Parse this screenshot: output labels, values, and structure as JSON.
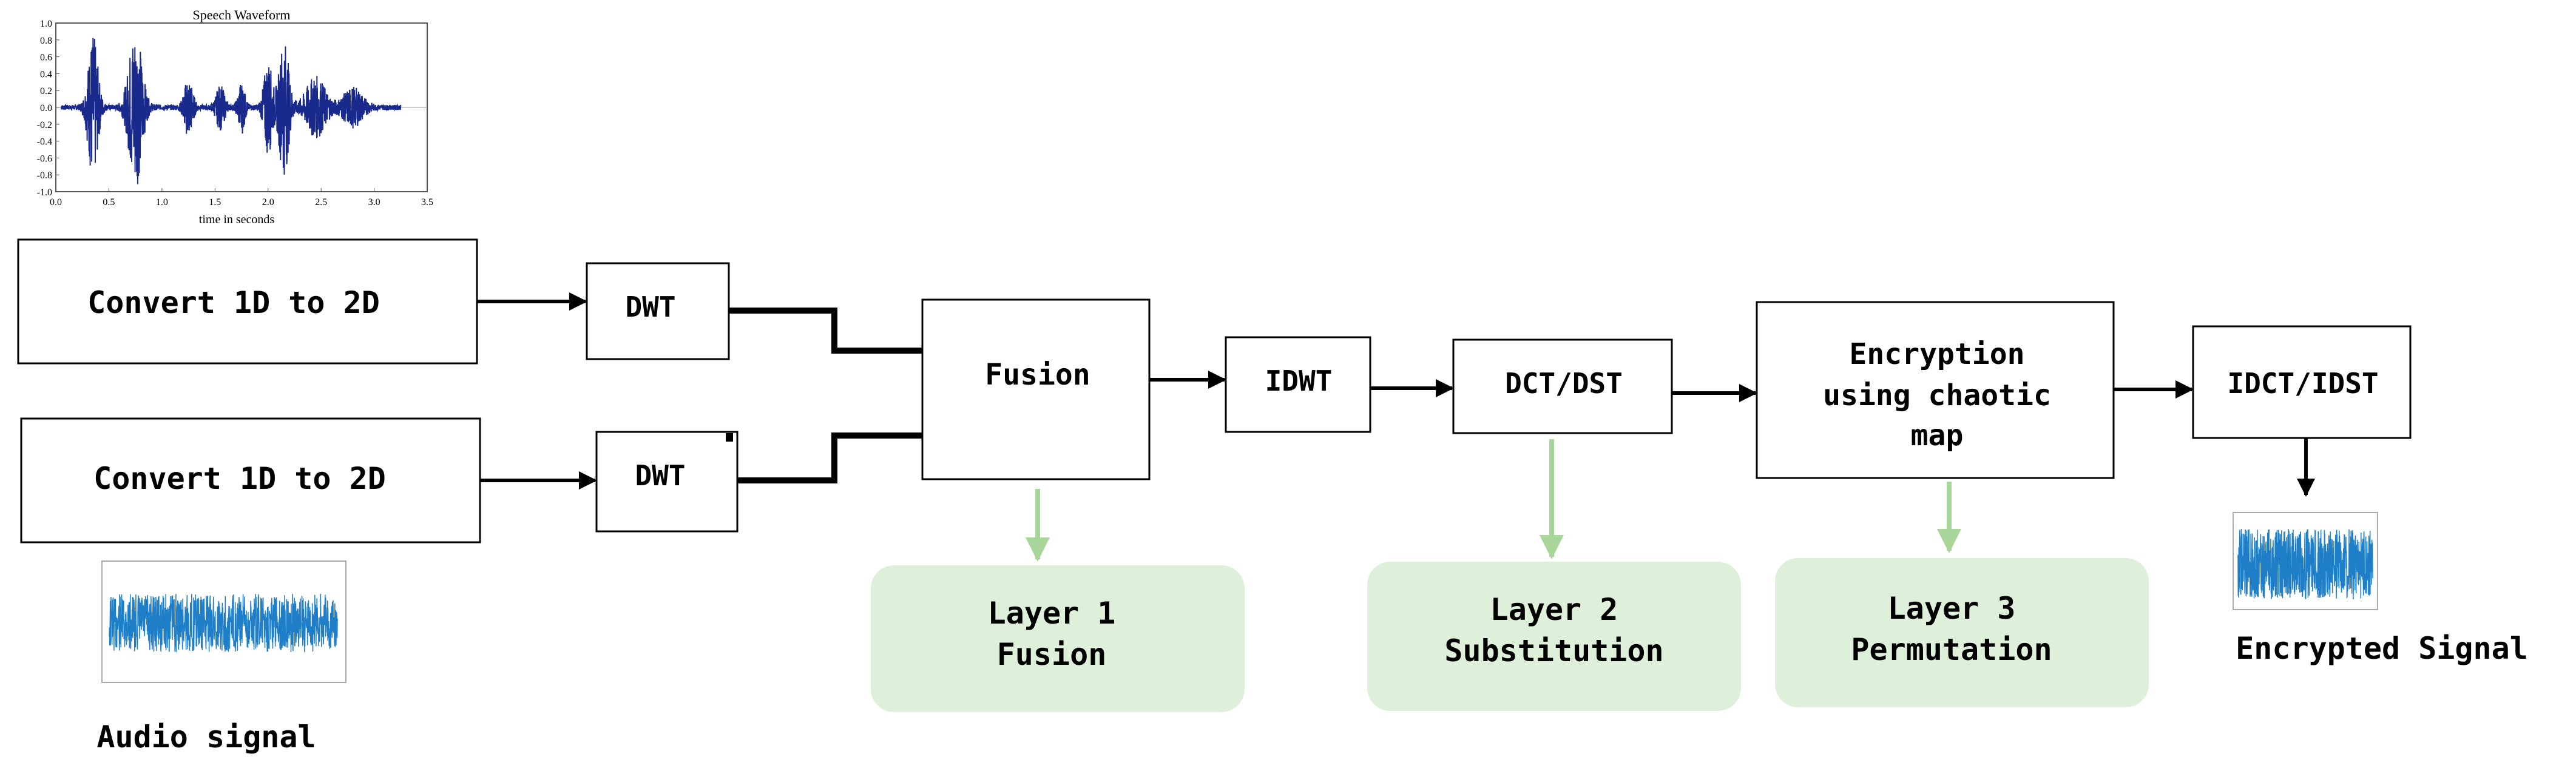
{
  "speech_plot": {
    "title": "Speech Waveform",
    "xlabel": "time in seconds",
    "x_ticks": [
      "0.0",
      "0.5",
      "1.0",
      "1.5",
      "2.0",
      "2.5",
      "3.0",
      "3.5"
    ],
    "y_ticks": [
      "1.0",
      "0.8",
      "0.6",
      "0.4",
      "0.2",
      "0.0",
      "-0.2",
      "-0.4",
      "-0.6",
      "-0.8",
      "-1.0"
    ]
  },
  "blocks": {
    "convert_top": "Convert 1D to 2D",
    "convert_bottom": "Convert 1D to 2D",
    "dwt_top": "DWT",
    "dwt_bottom": "DWT",
    "fusion": "Fusion",
    "idwt": "IDWT",
    "dct_dst": "DCT/DST",
    "encryption": [
      "Encryption",
      "using chaotic",
      "map"
    ],
    "idct_idst": "IDCT/IDST"
  },
  "layers": {
    "layer1": [
      "Layer 1",
      "Fusion"
    ],
    "layer2": [
      "Layer 2",
      "Substitution"
    ],
    "layer3": [
      "Layer 3",
      "Permutation"
    ]
  },
  "labels": {
    "audio_signal": "Audio signal",
    "encrypted_signal": "Encrypted Signal"
  },
  "colors": {
    "waveform_dark_blue": "#1a2a8c",
    "audio_blue": "#1e7fc8",
    "layer_fill": "#dff0da",
    "layer_arrow": "#a8d69a",
    "stroke": "#000000"
  }
}
